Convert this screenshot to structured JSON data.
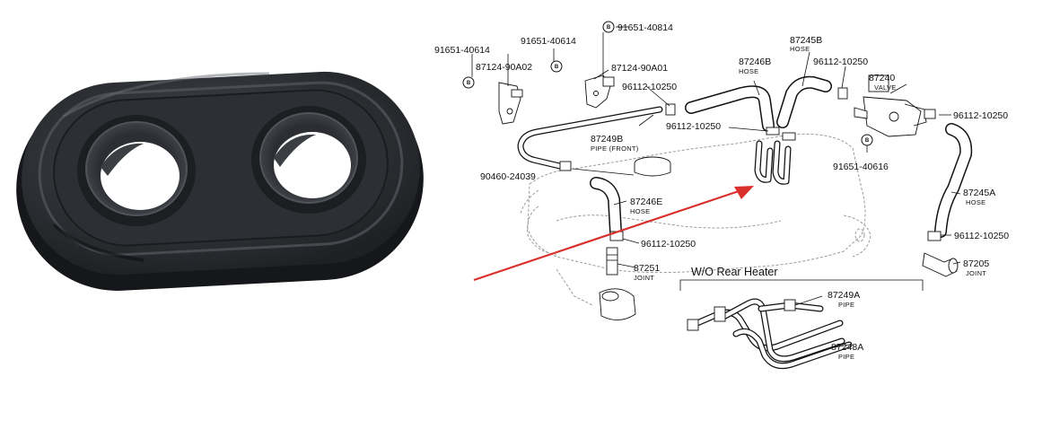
{
  "parts": {
    "p91651_40814": "91651-40814",
    "p91651_40614_left": "91651-40614",
    "p91651_40614_mid": "91651-40614",
    "p87124_90A02": "87124-90A02",
    "p87124_90A01": "87124-90A01",
    "p96112_10250_a": "96112-10250",
    "p87249B": "87249B",
    "p87249B_sub": "PIPE (FRONT)",
    "p90460_24039": "90460-24039",
    "p87246B": "87246B",
    "p87246B_sub": "HOSE",
    "p87245B": "87245B",
    "p87245B_sub": "HOSE",
    "p96112_10250_b": "96112-10250",
    "p87240": "87240",
    "p87240_sub": "VALVE",
    "p96112_10250_c": "96112-10250",
    "p96112_10250_d": "96112-10250",
    "p91651_40616": "91651-40616",
    "p87246E": "87246E",
    "p87246E_sub": "HOSE",
    "p96112_10250_e": "96112-10250",
    "p87245A": "87245A",
    "p87245A_sub": "HOSE",
    "p96112_10250_f": "96112-10250",
    "p87251": "87251",
    "p87251_sub": "JOINT",
    "p87205": "87205",
    "p87205_sub": "JOINT",
    "p87249A": "87249A",
    "p87249A_sub": "PIPE",
    "p87248A": "87248A",
    "p87248A_sub": "PIPE"
  },
  "bolt_marker": "B",
  "section_header": "W/O  Rear Heater",
  "colors": {
    "arrow": "#d9302c",
    "rubber": "#2a2c30",
    "rubber_highlight": "#4a4d52",
    "linework": "#111111"
  }
}
